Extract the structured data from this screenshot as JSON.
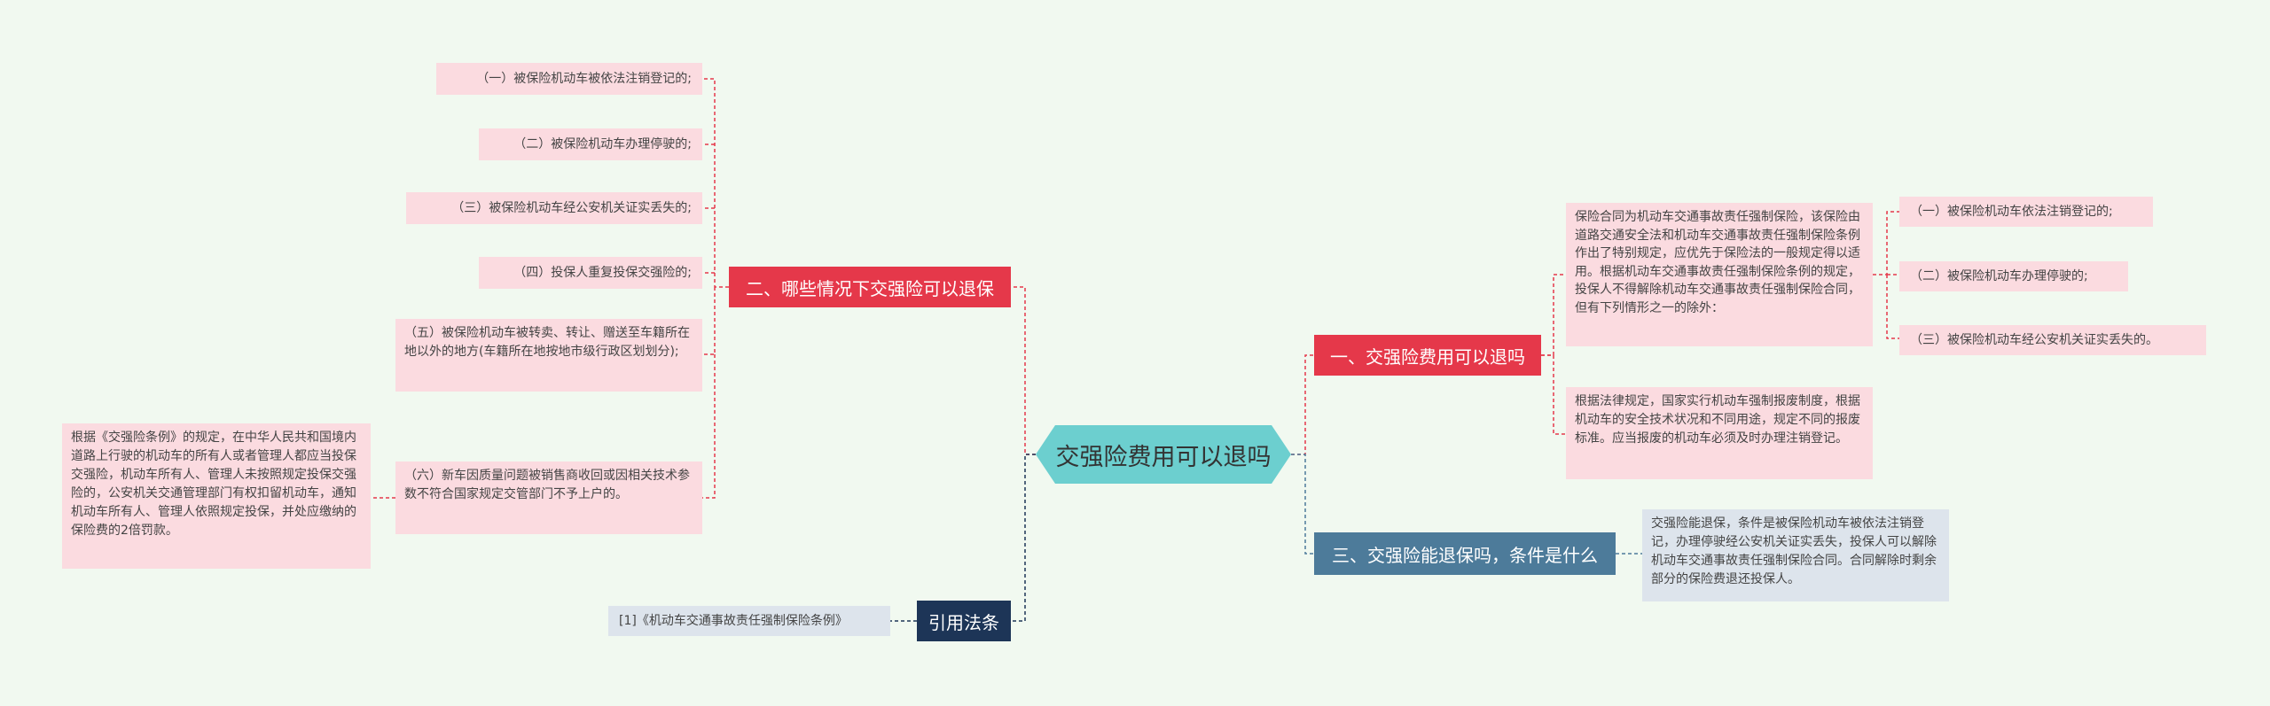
{
  "center": {
    "label": "交强险费用可以退吗"
  },
  "branch1": {
    "title": "一、交强险费用可以退吗",
    "paragraph1": "保险合同为机动车交通事故责任强制保险，该保险由道路交通安全法和机动车交通事故责任强制保险条例作出了特别规定，应优先于保险法的一般规定得以适用。根据机动车交通事故责任强制保险条例的规定，投保人不得解除机动车交通事故责任强制保险合同，但有下列情形之一的除外：",
    "items": [
      "（一）被保险机动车依法注销登记的;",
      "（二）被保险机动车办理停驶的;",
      "（三）被保险机动车经公安机关证实丢失的。"
    ],
    "paragraph2": "根据法律规定，国家实行机动车强制报废制度，根据机动车的安全技术状况和不同用途，规定不同的报废标准。应当报废的机动车必须及时办理注销登记。"
  },
  "branch2": {
    "title": "二、哪些情况下交强险可以退保",
    "items": [
      "（一）被保险机动车被依法注销登记的;",
      "（二）被保险机动车办理停驶的;",
      "（三）被保险机动车经公安机关证实丢失的;",
      "（四）投保人重复投保交强险的;",
      "（五）被保险机动车被转卖、转让、赠送至车籍所在地以外的地方(车籍所在地按地市级行政区划划分);",
      "（六）新车因质量问题被销售商收回或因相关技术参数不符合国家规定交管部门不予上户的。"
    ],
    "note": "根据《交强险条例》的规定，在中华人民共和国境内道路上行驶的机动车的所有人或者管理人都应当投保交强险，机动车所有人、管理人未按照规定投保交强险的，公安机关交通管理部门有权扣留机动车，通知机动车所有人、管理人依照规定投保，并处应缴纳的保险费的2倍罚款。"
  },
  "branch3": {
    "title": "三、交强险能退保吗，条件是什么",
    "paragraph": "交强险能退保，条件是被保险机动车被依法注销登记，办理停驶经公安机关证实丢失，投保人可以解除机动车交通事故责任强制保险合同。合同解除时剩余部分的保险费退还投保人。"
  },
  "branch4": {
    "title": "引用法条",
    "ref": "[1]《机动车交通事故责任强制保险条例》"
  },
  "colors": {
    "background": "#f1f9f0",
    "center": "#6ccfcf",
    "red": "#e5384a",
    "blue": "#4d7b9a",
    "navy": "#1d3557",
    "pink_leaf": "#fbdbe0",
    "gray_leaf": "#dde4ec"
  }
}
